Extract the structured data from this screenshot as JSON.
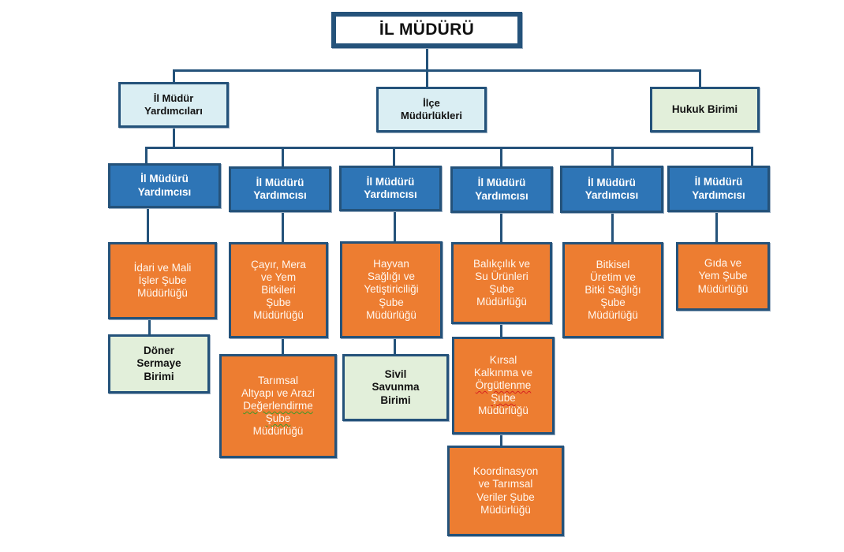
{
  "diagram": {
    "type": "org-chart",
    "colors": {
      "connector": "#24527a",
      "root_fill": "#ffffff",
      "light_blue_fill": "#daeef3",
      "light_green_fill": "#e2efda",
      "blue_fill": "#2e75b6",
      "orange_fill": "#ed7d31"
    },
    "root": {
      "label": "İL MÜDÜRÜ"
    },
    "level2": [
      {
        "label": "İl Müdür\nYardımcıları",
        "style": "light-blue"
      },
      {
        "label": "İlçe\nMüdürlükleri",
        "style": "light-blue"
      },
      {
        "label": "Hukuk Birimi",
        "style": "light-green"
      }
    ],
    "deputies": [
      {
        "label": "İl Müdürü\nYardımcısı"
      },
      {
        "label": "İl Müdürü\nYardımcısı"
      },
      {
        "label": "İl Müdürü\nYardımcısı"
      },
      {
        "label": "İl Müdürü\nYardımcısı"
      },
      {
        "label": "İl Müdürü\nYardımcısı"
      },
      {
        "label": "İl Müdürü\nYardımcısı"
      }
    ],
    "branches": [
      {
        "label": "İdari ve Mali\nİşler Şube\nMüdürlüğü",
        "under_deputy": 1
      },
      {
        "label": "Çayır, Mera\nve Yem\nBitkileri\nŞube\nMüdürlüğü",
        "under_deputy": 2
      },
      {
        "label": "Hayvan\nSağlığı ve\nYetiştiriciliği\nŞube\nMüdürlüğü",
        "under_deputy": 3
      },
      {
        "label": "Balıkçılık ve\nSu Ürünleri\nŞube\nMüdürlüğü",
        "under_deputy": 4
      },
      {
        "label": "Bitkisel\nÜretim ve\nBitki Sağlığı\nŞube\nMüdürlüğü",
        "under_deputy": 5
      },
      {
        "label": "Gıda ve\nYem Şube\nMüdürlüğü",
        "under_deputy": 6
      }
    ],
    "sub_units": {
      "doner_sermaye": {
        "label": "Döner\nSermaye\nBirimi",
        "style": "light-green"
      },
      "tarimsal_altyapi": {
        "lines": [
          "Tarımsal",
          "Altyapı ve Arazi",
          "Değerlendirme",
          "Şube",
          "Müdürlüğü"
        ],
        "style": "orange"
      },
      "sivil_savunma": {
        "label": "Sivil\nSavunma\nBirimi",
        "style": "light-green"
      },
      "kirsal_kalkinma": {
        "lines": [
          "Kırsal",
          "Kalkınma ve",
          "Örgütlenme",
          "Şube",
          "Müdürlüğü"
        ],
        "style": "orange"
      },
      "koordinasyon": {
        "label": "Koordinasyon\nve Tarımsal\nVeriler Şube\nMüdürlüğü",
        "style": "orange"
      }
    }
  }
}
